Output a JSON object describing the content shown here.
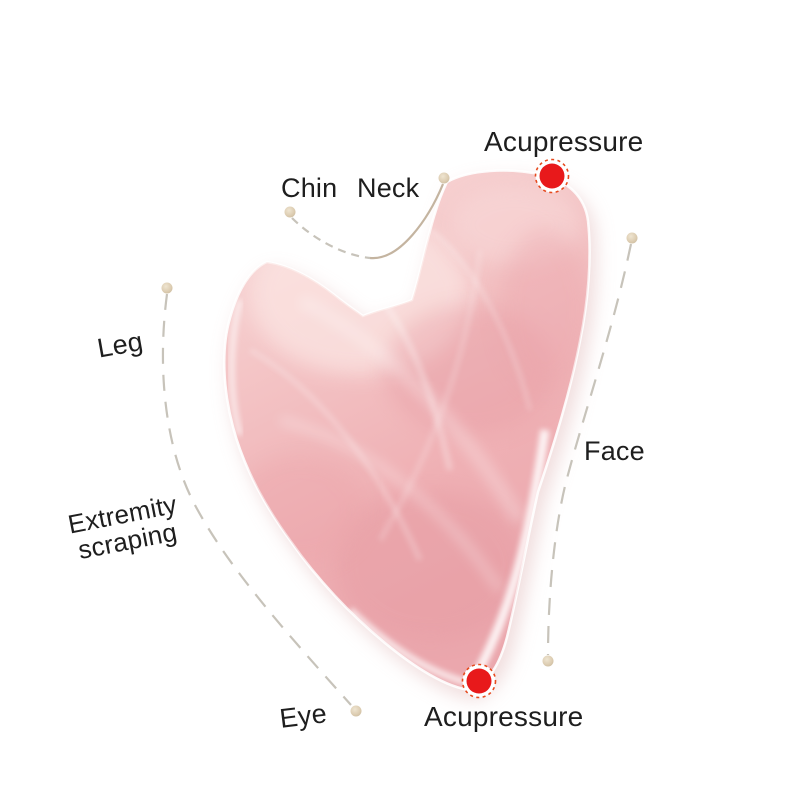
{
  "figure": {
    "kind": "annotated-product-diagram",
    "subject": "heart-shaped pink scraping stone"
  },
  "callouts": {
    "acupressure_top": {
      "label": "Acupressure"
    },
    "chin": {
      "label": "Chin"
    },
    "neck": {
      "label": "Neck"
    },
    "leg": {
      "label": "Leg"
    },
    "extremity": {
      "line1": "Extremity",
      "line2": "scraping"
    },
    "face": {
      "label": "Face"
    },
    "eye": {
      "label": "Eye"
    },
    "acupressure_bottom": {
      "label": "Acupressure"
    }
  },
  "markers": {
    "acupressure_points": 2,
    "leader_end_dots": 6
  },
  "colors": {
    "text": "#1e1e1e",
    "acupressure_dot": "#e8191b",
    "acupressure_ring": "#e64a1e",
    "leader_line": "#c7c3ba",
    "leader_line_solid": "#c4b4a0",
    "leader_end_dot": "#d9c9ae",
    "stone_light": "#f8dcda",
    "stone_mid": "#f2bdbf",
    "stone_deep": "#eca6ab",
    "background": "#ffffff"
  }
}
